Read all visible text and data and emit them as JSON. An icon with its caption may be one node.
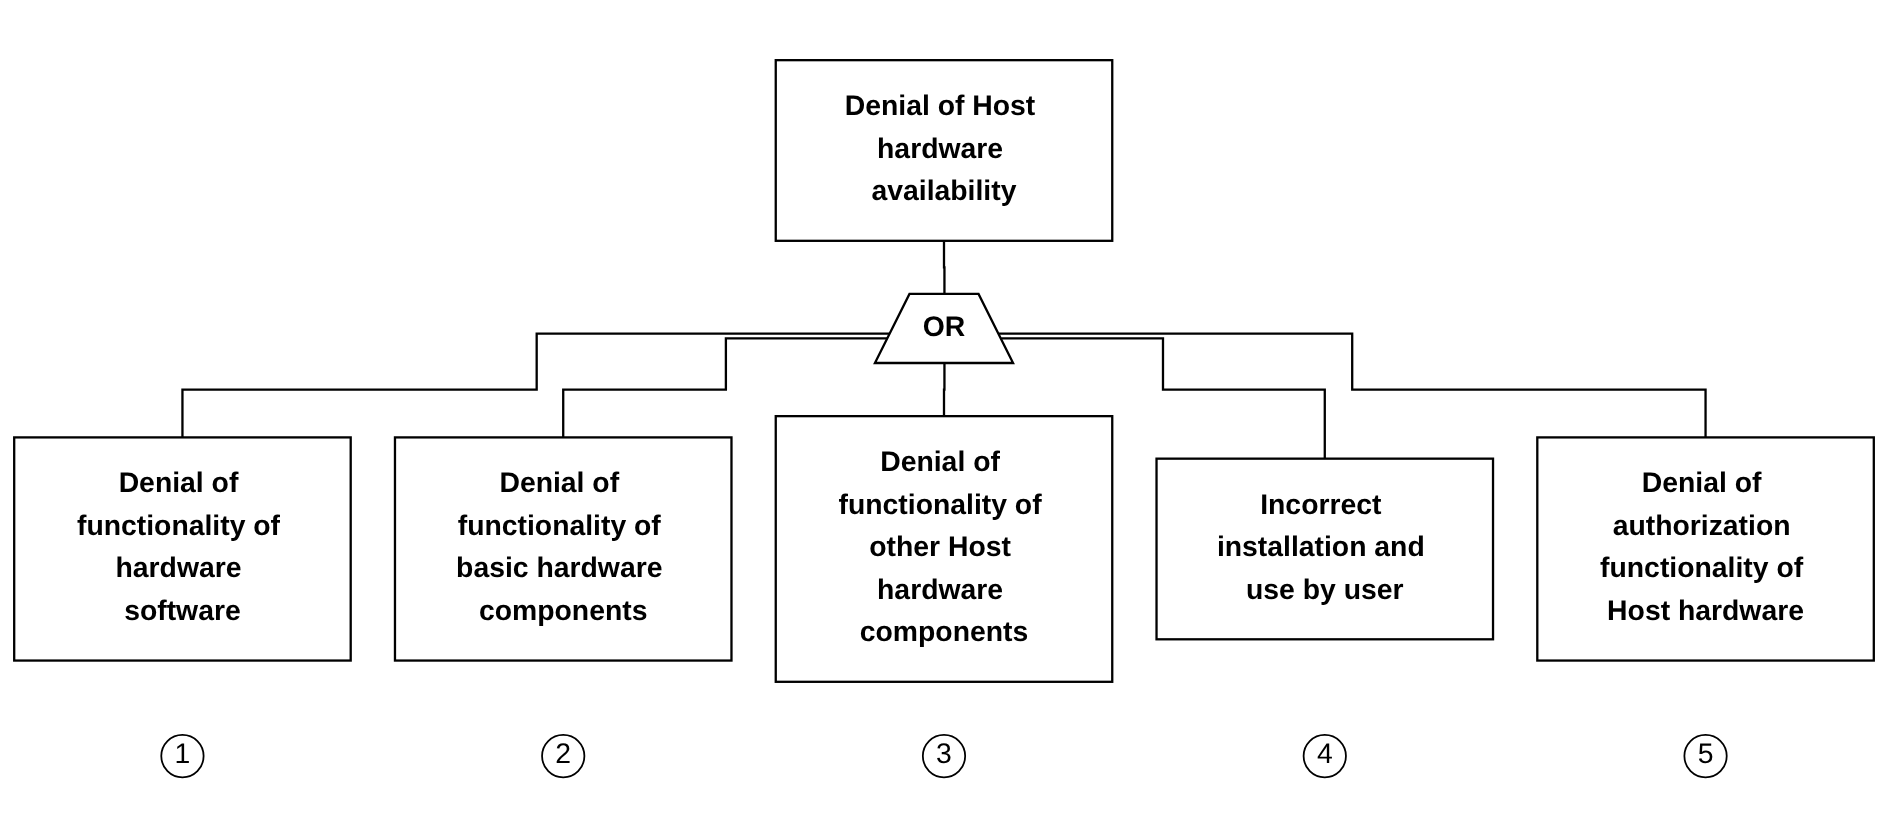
{
  "diagram": {
    "nodes": [
      {
        "text": [
          "Denial of Host hardware availability"
        ]
      },
      {
        "text": [
          "OR"
        ]
      },
      {
        "text": [
          "Denial of functionality of hardware software"
        ],
        "beside": [
          "1"
        ]
      },
      {
        "text": [
          "Denial of functionality of basic hardware components"
        ],
        "beside": [
          "2"
        ]
      },
      {
        "text": [
          "Denial of functionality of other Host hardware components"
        ],
        "beside": [
          "3"
        ]
      },
      {
        "text": [
          "Incorrect installation and use by user"
        ],
        "beside": [
          "4"
        ]
      },
      {
        "text": [
          "Denial of authorization functionality of Host hardware"
        ],
        "beside": [
          "5"
        ]
      }
    ],
    "edges": [
      {
        "from": 0,
        "to": 1,
        "arrow": "none"
      },
      {
        "from": 1,
        "to": 2,
        "arrow": "none"
      },
      {
        "from": 1,
        "to": 3,
        "arrow": "none"
      },
      {
        "from": 1,
        "to": 4,
        "arrow": "none"
      },
      {
        "from": 1,
        "to": 5,
        "arrow": "none"
      },
      {
        "from": 1,
        "to": 6,
        "arrow": "none"
      }
    ]
  }
}
